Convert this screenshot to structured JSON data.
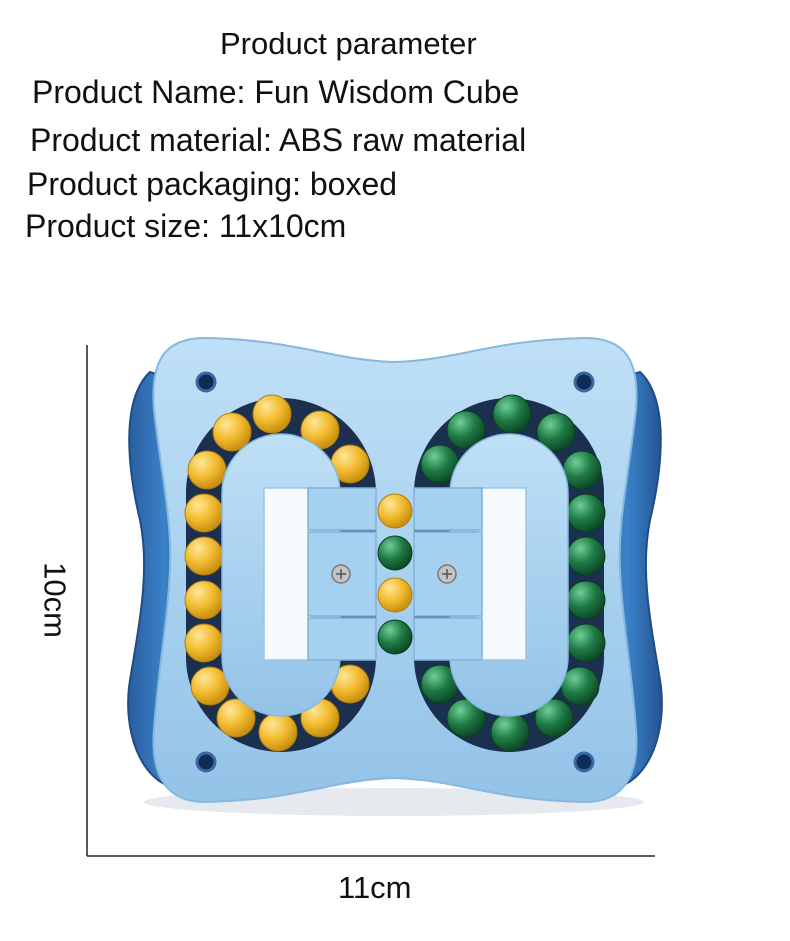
{
  "spec": {
    "heading": "Product parameter",
    "lines": [
      "Product Name: Fun Wisdom Cube",
      "Product material: ABS raw material",
      "Product packaging: boxed",
      "Product size: 11x10cm"
    ]
  },
  "dimensions": {
    "width_label": "11cm",
    "height_label": "10cm"
  },
  "product": {
    "body_color": "#a8d2ef",
    "grip_color": "#2f6fb6",
    "bead_left_color": "#f2bb2f",
    "bead_right_color": "#1f7a45",
    "center_beads": [
      "yellow",
      "green",
      "yellow",
      "green"
    ]
  }
}
